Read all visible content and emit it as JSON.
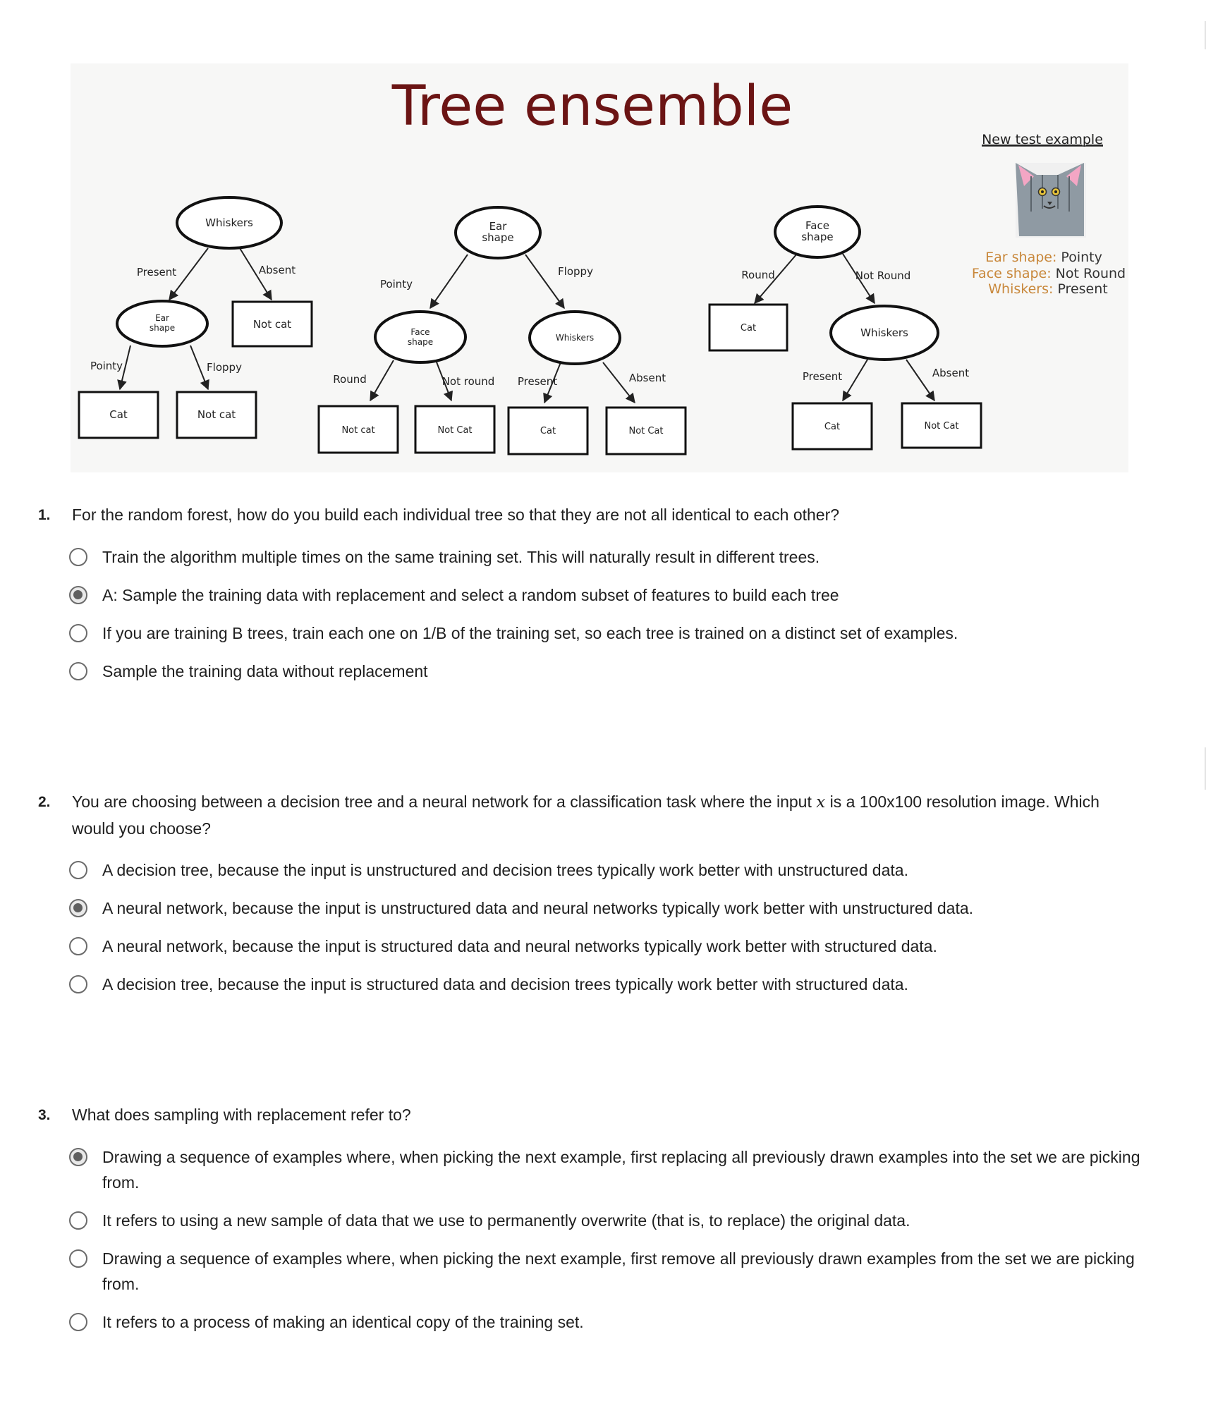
{
  "figure": {
    "title": "Tree ensemble",
    "test_example": {
      "heading": "New test example",
      "features": [
        {
          "name": "Ear shape:",
          "value": "Pointy"
        },
        {
          "name": "Face shape:",
          "value": "Not Round"
        },
        {
          "name": "Whiskers:",
          "value": "Present"
        }
      ]
    },
    "trees": [
      {
        "root": "Whiskers",
        "left_branch": "Present",
        "right_branch": "Absent",
        "right_leaf": "Not cat",
        "left_node": "Ear shape",
        "left_node_left_branch": "Pointy",
        "left_node_right_branch": "Floppy",
        "left_node_left_leaf": "Cat",
        "left_node_right_leaf": "Not cat"
      },
      {
        "root": "Ear shape",
        "left_branch": "Pointy",
        "right_branch": "Floppy",
        "left_node": "Face shape",
        "left_node_left_branch": "Round",
        "left_node_right_branch": "Not round",
        "left_node_left_leaf": "Not cat",
        "left_node_right_leaf": "Not Cat",
        "right_node": "Whiskers",
        "right_node_left_branch": "Present",
        "right_node_right_branch": "Absent",
        "right_node_left_leaf": "Cat",
        "right_node_right_leaf": "Not Cat"
      },
      {
        "root": "Face shape",
        "left_branch": "Round",
        "right_branch": "Not Round",
        "left_leaf": "Cat",
        "right_node": "Whiskers",
        "right_node_left_branch": "Present",
        "right_node_right_branch": "Absent",
        "right_node_left_leaf": "Cat",
        "right_node_right_leaf": "Not Cat"
      }
    ],
    "colors": {
      "title": "#6b1414",
      "feature_name": "#c8873a",
      "feature_value": "#333333",
      "cat_body": "#8f9aa3"
    },
    "icons": [
      "cat-illustration"
    ]
  },
  "questions": [
    {
      "number": "1.",
      "text": "For the random forest, how do you build each individual tree so that they are not all identical to each other?",
      "options": [
        {
          "label": "Train the algorithm multiple times on the same training set. This will naturally result in different trees.",
          "selected": false
        },
        {
          "label": "A: Sample the training data with replacement and select a random subset of features to build each tree",
          "selected": true
        },
        {
          "label": "If you are training B trees, train each one on 1/B of the training set, so each tree is trained on a distinct set of examples.",
          "selected": false
        },
        {
          "label": "Sample the training data without replacement",
          "selected": false
        }
      ]
    },
    {
      "number": "2.",
      "text_before": "You are choosing between a decision tree and a neural network for a classification task where the input ",
      "math_var": "x",
      "text_after": " is a 100x100 resolution image. Which would you choose?",
      "options": [
        {
          "label": "A decision tree, because the input is unstructured and decision trees typically work better with unstructured data.",
          "selected": false
        },
        {
          "label": "A neural network, because the input is unstructured data and neural networks typically work better with unstructured data.",
          "selected": true
        },
        {
          "label": "A neural network, because the input is structured data and neural networks typically work better with structured data.",
          "selected": false
        },
        {
          "label": "A decision tree, because the input is structured data and decision trees typically work better with structured data.",
          "selected": false
        }
      ]
    },
    {
      "number": "3.",
      "text": "What does sampling with replacement refer to?",
      "options": [
        {
          "label": "Drawing a sequence of examples where, when picking the next example, first replacing all previously drawn examples into the set we are picking from.",
          "selected": true
        },
        {
          "label": "It refers to using a new sample of data that we use to permanently overwrite (that is, to replace) the original data.",
          "selected": false
        },
        {
          "label": "Drawing a sequence of examples where, when picking the next example, first remove all previously drawn examples from the set we are picking from.",
          "selected": false
        },
        {
          "label": "It refers to a process of making an identical copy of the training set.",
          "selected": false
        }
      ]
    }
  ]
}
